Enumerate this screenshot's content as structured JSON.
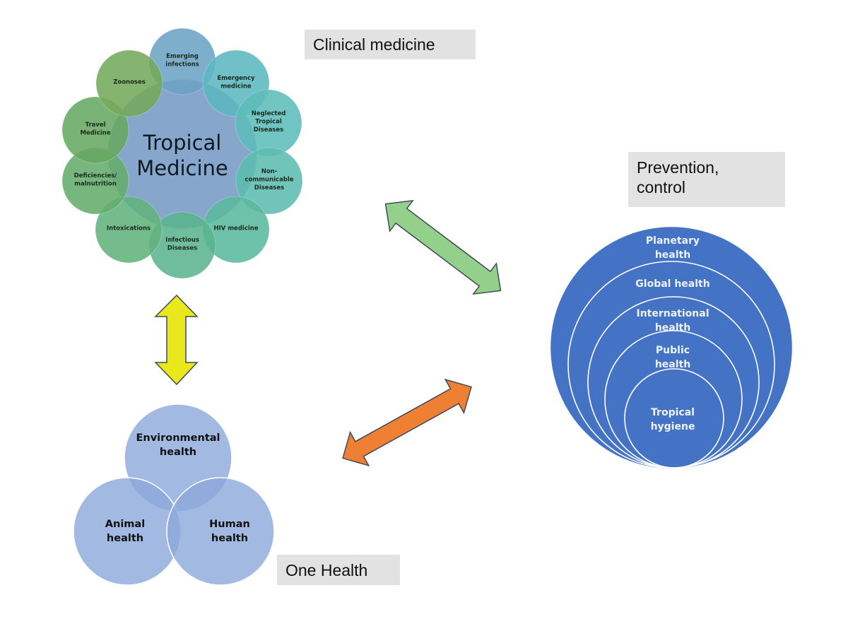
{
  "labels": {
    "clinical": "Clinical medicine",
    "prevention_line1": "Prevention,",
    "prevention_line2": "control",
    "one_health": "One Health"
  },
  "tropical_medicine": {
    "center_line1": "Tropical",
    "center_line2": "Medicine",
    "petals": [
      {
        "lines": [
          "Emerging",
          "infections"
        ],
        "color": "#6ba3c4"
      },
      {
        "lines": [
          "Emergency",
          "medicine"
        ],
        "color": "#5cb7c0"
      },
      {
        "lines": [
          "Neglected",
          "Tropical",
          "Diseases"
        ],
        "color": "#5cbcb8"
      },
      {
        "lines": [
          "Non-",
          "communicable",
          "Diseases"
        ],
        "color": "#5cbcb0"
      },
      {
        "lines": [
          "HIV medicine"
        ],
        "color": "#5bba9e"
      },
      {
        "lines": [
          "Infectious",
          "Diseases"
        ],
        "color": "#5bb48e"
      },
      {
        "lines": [
          "Intoxications"
        ],
        "color": "#62b37d"
      },
      {
        "lines": [
          "Deficiencies/",
          "malnutrition"
        ],
        "color": "#64ad6c"
      },
      {
        "lines": [
          "Travel",
          "Medicine"
        ],
        "color": "#66a862"
      },
      {
        "lines": [
          "Zoonoses"
        ],
        "color": "#74a85c"
      }
    ],
    "center_color": "#86a6cc"
  },
  "prevention_onion": {
    "layers": [
      {
        "lines": [
          "Planetary",
          "health"
        ]
      },
      {
        "lines": [
          "Global health"
        ]
      },
      {
        "lines": [
          "International",
          "health"
        ]
      },
      {
        "lines": [
          "Public",
          "health"
        ]
      },
      {
        "lines": [
          "Tropical",
          "hygiene"
        ]
      }
    ],
    "color": "#4472c4"
  },
  "one_health_venn": {
    "circles": [
      {
        "lines": [
          "Environmental",
          "health"
        ]
      },
      {
        "lines": [
          "Animal",
          "health"
        ]
      },
      {
        "lines": [
          "Human",
          "health"
        ]
      }
    ],
    "color": "#8eaadb"
  },
  "arrows": {
    "yellow": {
      "color": "#e8e81a",
      "connects": [
        "Clinical medicine",
        "One Health"
      ]
    },
    "green": {
      "color": "#93d08a",
      "connects": [
        "Clinical medicine",
        "Prevention, control"
      ]
    },
    "orange": {
      "color": "#ef7f33",
      "connects": [
        "One Health",
        "Prevention, control"
      ]
    }
  }
}
